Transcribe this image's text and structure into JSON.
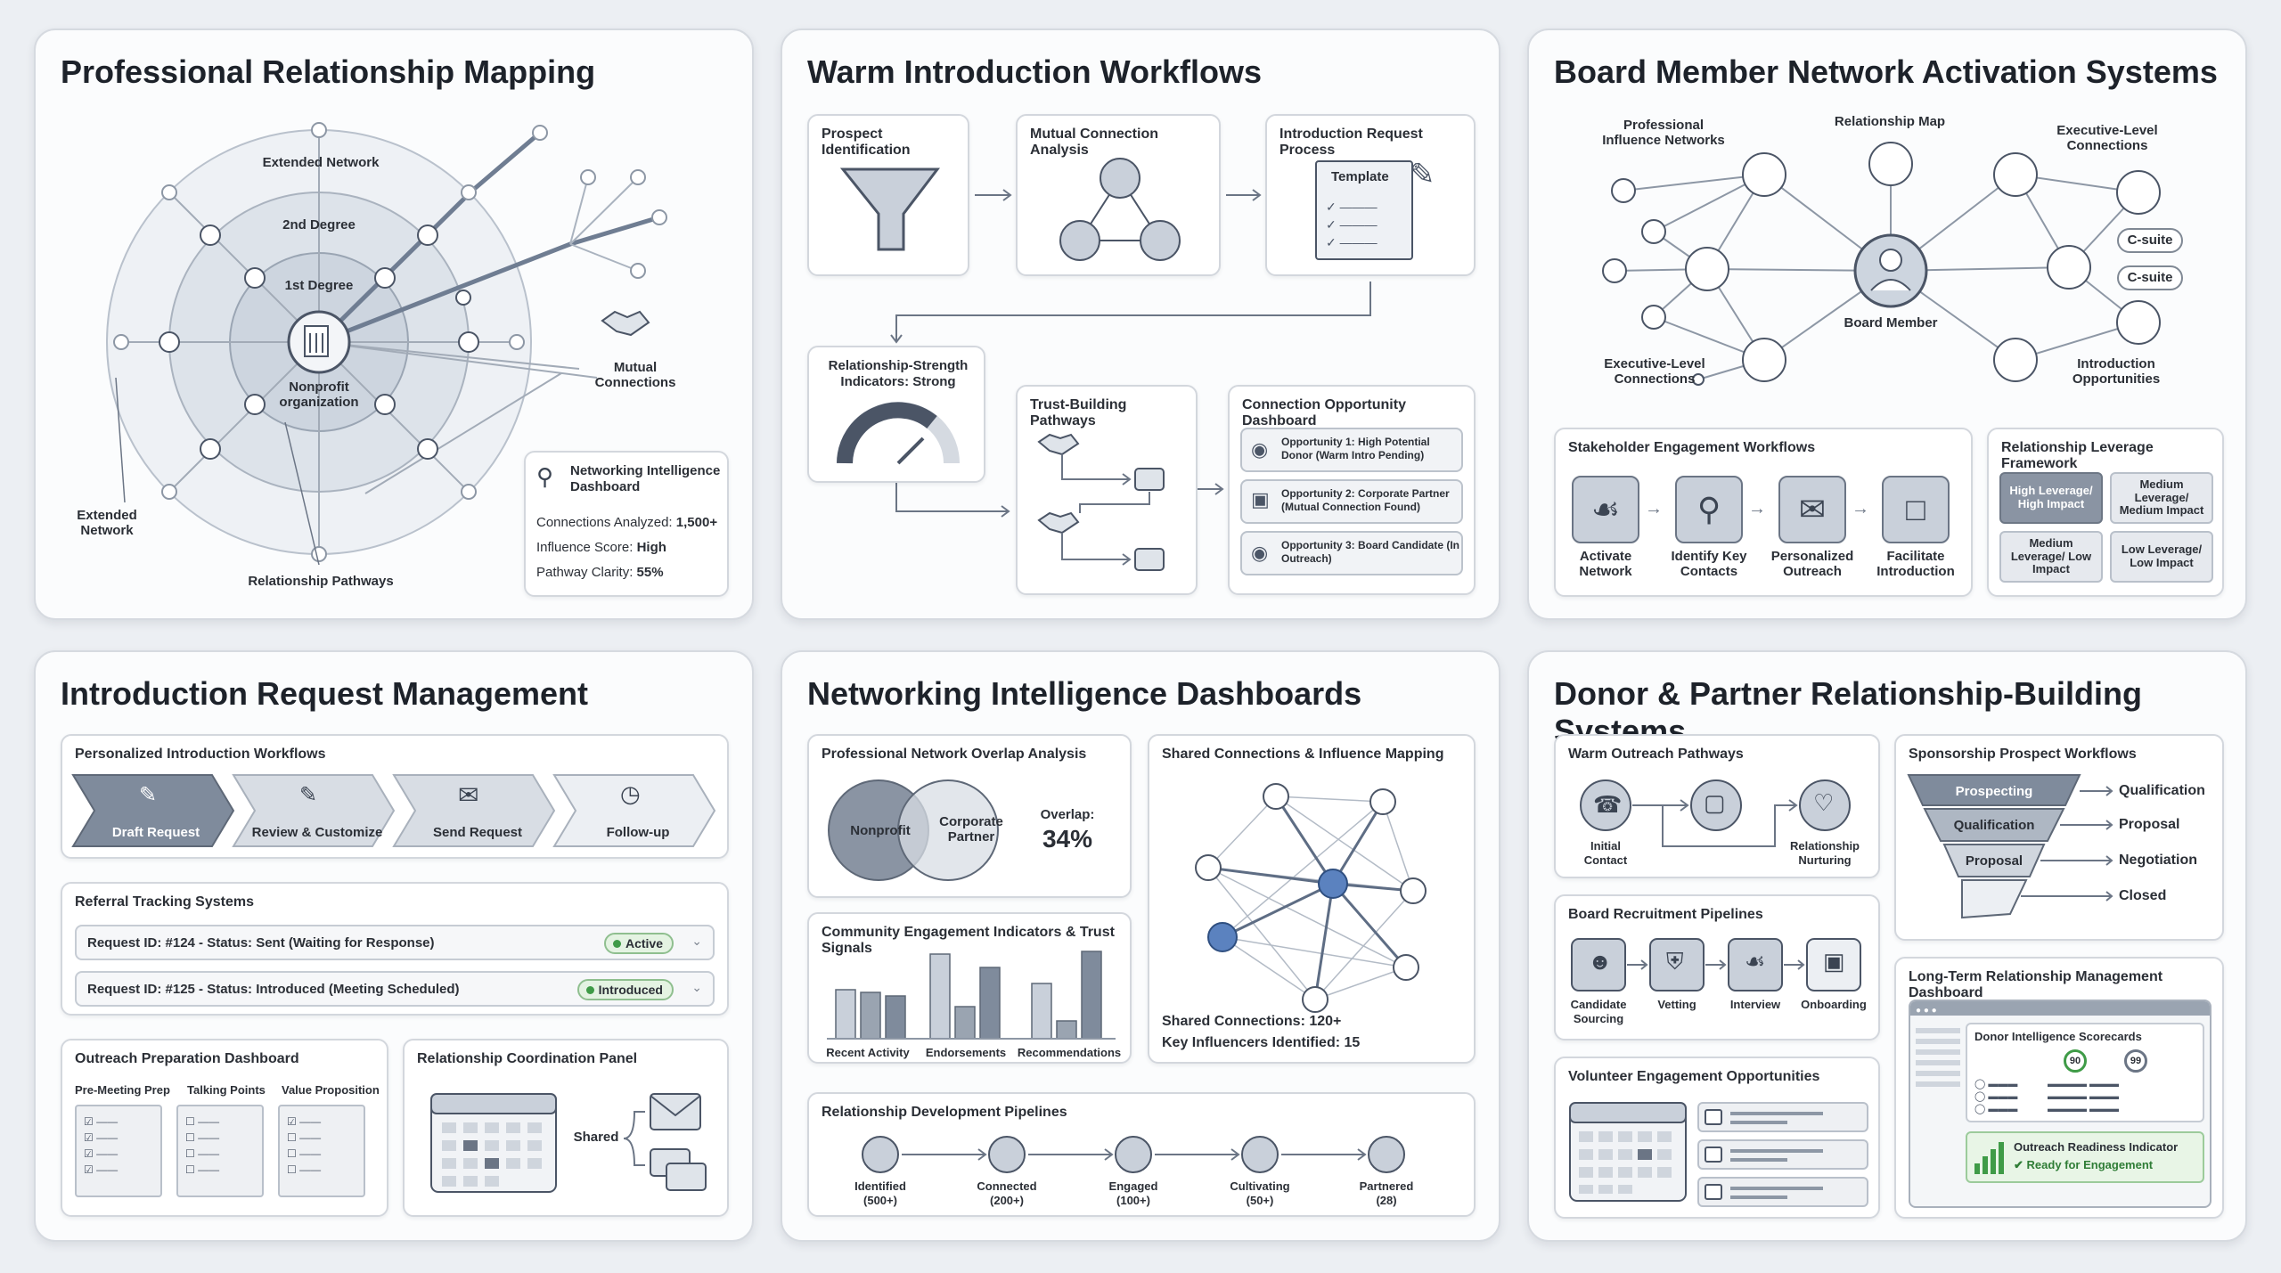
{
  "panels": {
    "p1": {
      "title": "Professional Relationship Mapping",
      "extended_network": "Extended Network",
      "second_degree": "2nd Degree",
      "first_degree": "1st Degree",
      "center": "Nonprofit organization",
      "mutual": "Mutual Connections",
      "extended_left": "Extended Network",
      "pathways": "Relationship Pathways",
      "dash_title": "Networking Intelligence Dashboard",
      "dash_rows": [
        {
          "label": "Connections Analyzed:",
          "value": "1,500+"
        },
        {
          "label": "Influence Score:",
          "value": "High"
        },
        {
          "label": "Pathway Clarity:",
          "value": "55%"
        }
      ]
    },
    "p2": {
      "title": "Warm Introduction Workflows",
      "prospect": "Prospect Identification",
      "mutual": "Mutual Connection Analysis",
      "intro_request": "Introduction Request Process",
      "template": "Template",
      "strength": "Relationship-Strength Indicators: Strong",
      "trust": "Trust-Building Pathways",
      "dashboard": "Connection Opportunity Dashboard",
      "opportunities": [
        "Opportunity 1: High Potential Donor (Warm Intro Pending)",
        "Opportunity 2: Corporate Partner (Mutual Connection Found)",
        "Opportunity 3: Board Candidate (In Outreach)"
      ]
    },
    "p3": {
      "title": "Board Member Network Activation Systems",
      "prof_influence": "Professional Influence Networks",
      "rel_map": "Relationship Map",
      "exec_top": "Executive-Level Connections",
      "csuite1": "C-suite",
      "csuite2": "C-suite",
      "board_member": "Board Member",
      "exec_bottom": "Executive-Level Connections",
      "intro_opps": "Introduction Opportunities",
      "stake_title": "Stakeholder Engagement Workflows",
      "stake_steps": [
        "Activate Network",
        "Identify Key Contacts",
        "Personalized Outreach",
        "Facilitate Introduction"
      ],
      "lev_title": "Relationship Leverage Framework",
      "lev_tiles": [
        "High Leverage/ High Impact",
        "Medium Leverage/ Medium Impact",
        "Medium Leverage/ Low Impact",
        "Low Leverage/ Low Impact"
      ]
    },
    "p4": {
      "title": "Introduction Request Management",
      "workflow_title": "Personalized Introduction Workflows",
      "steps": [
        "Draft Request",
        "Review & Customize",
        "Send Request",
        "Follow-up"
      ],
      "referral_title": "Referral Tracking Systems",
      "requests": [
        {
          "text": "Request ID: #124 - Status: Sent (Waiting for Response)",
          "badge": "Active"
        },
        {
          "text": "Request ID: #125 - Status: Introduced (Meeting Scheduled)",
          "badge": "Introduced"
        }
      ],
      "outreach_title": "Outreach Preparation Dashboard",
      "outreach_cols": [
        "Pre-Meeting Prep",
        "Talking Points",
        "Value Proposition"
      ],
      "coord_title": "Relationship Coordination Panel",
      "shared": "Shared"
    },
    "p5": {
      "title": "Networking Intelligence Dashboards",
      "overlap_title": "Professional Network Overlap Analysis",
      "venn_left": "Nonprofit",
      "venn_right": "Corporate Partner",
      "overlap_label": "Overlap:",
      "overlap_value": "34%",
      "shared_title": "Shared Connections & Influence Mapping",
      "shared_conn": "Shared Connections: 120+",
      "key_infl": "Key Influencers Identified: 15",
      "community_title": "Community Engagement Indicators & Trust Signals",
      "bar_groups": [
        "Recent Activity",
        "Endorsements",
        "Recommendations"
      ],
      "pipeline_title": "Relationship Development Pipelines",
      "pipeline": [
        {
          "name": "Identified",
          "count": "(500+)"
        },
        {
          "name": "Connected",
          "count": "(200+)"
        },
        {
          "name": "Engaged",
          "count": "(100+)"
        },
        {
          "name": "Cultivating",
          "count": "(50+)"
        },
        {
          "name": "Partnered",
          "count": "(28)"
        }
      ]
    },
    "p6": {
      "title": "Donor & Partner Relationship-Building Systems",
      "warm_title": "Warm Outreach Pathways",
      "initial": "Initial Contact",
      "nurturing": "Relationship Nurturing",
      "sponsor_title": "Sponsorship Prospect Workflows",
      "funnel": [
        "Prospecting",
        "Qualification",
        "Proposal"
      ],
      "funnel_out": [
        "Qualification",
        "Proposal",
        "Negotiation",
        "Closed"
      ],
      "board_title": "Board Recruitment Pipelines",
      "board_steps": [
        "Candidate Sourcing",
        "Vetting",
        "Interview",
        "Onboarding"
      ],
      "volunteer_title": "Volunteer Engagement Opportunities",
      "longterm_title": "Long-Term Relationship Management Dashboard",
      "scorecards": "Donor Intelligence Scorecards",
      "score1": "90",
      "score2": "99",
      "readiness": "Outreach Readiness Indicator",
      "ready": "Ready for Engagement"
    }
  },
  "chart_data": {
    "type": "bar",
    "categories": [
      "Recent Activity",
      "Endorsements",
      "Recommendations"
    ],
    "series": [
      {
        "values": [
          55,
          95,
          62
        ]
      },
      {
        "values": [
          52,
          36,
          20
        ]
      },
      {
        "values": [
          48,
          80,
          98
        ]
      }
    ]
  },
  "colors": {
    "accent": "#6f7d92",
    "blue": "#4f78b0",
    "green": "#3f9b47"
  }
}
